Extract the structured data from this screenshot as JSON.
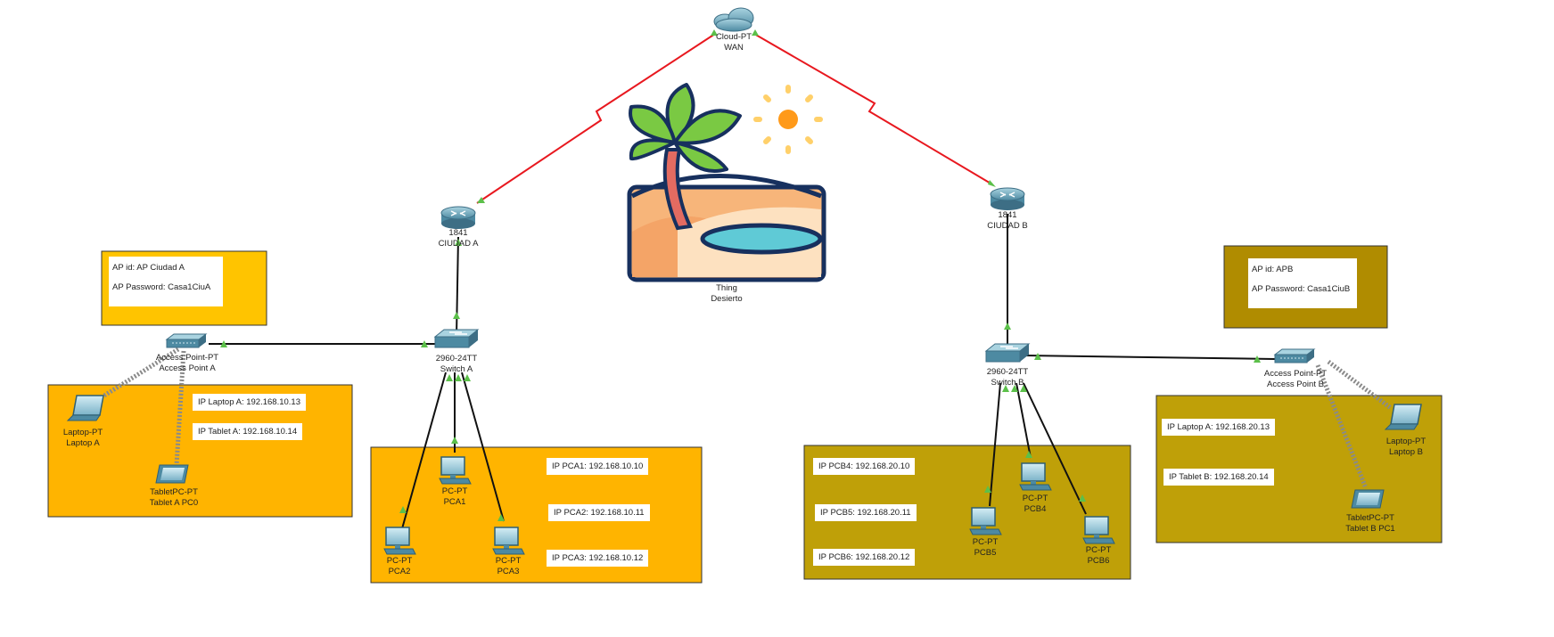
{
  "colors": {
    "wan_link": "#e8181f",
    "cable": "#111111",
    "wireless": "#888888",
    "port_up": "#5cc04a",
    "city_a_box": "#ffb400",
    "city_b_box": "#bfa008",
    "ap_a_box": "#ffc400",
    "ap_b_box": "#b08c00"
  },
  "cloud": {
    "model": "Cloud-PT",
    "name": "WAN",
    "icon": "cloud-icon"
  },
  "thing": {
    "model": "Thing",
    "name": "Desierto",
    "icon": "desert-palm-sun-icon"
  },
  "routers": [
    {
      "id": "router-a",
      "model": "1841",
      "name": "CIUDAD A",
      "icon": "router-icon"
    },
    {
      "id": "router-b",
      "model": "1841",
      "name": "CIUDAD B",
      "icon": "router-icon"
    }
  ],
  "switches": [
    {
      "id": "switch-a",
      "model": "2960-24TT",
      "name": "Switch A",
      "icon": "switch-icon"
    },
    {
      "id": "switch-b",
      "model": "2960-24TT",
      "name": "Switch B",
      "icon": "switch-icon"
    }
  ],
  "access_points": [
    {
      "id": "ap-a",
      "model": "Access Point-PT",
      "name": "Access Point A",
      "icon": "access-point-icon"
    },
    {
      "id": "ap-b",
      "model": "Access Point-PT",
      "name": "Access Point B",
      "icon": "access-point-icon"
    }
  ],
  "end_devices": [
    {
      "id": "laptop-a",
      "model": "Laptop-PT",
      "name": "Laptop A",
      "icon": "laptop-icon"
    },
    {
      "id": "tablet-a",
      "model": "TabletPC-PT",
      "name": "Tablet A PC0",
      "icon": "tablet-icon"
    },
    {
      "id": "pca1",
      "model": "PC-PT",
      "name": "PCA1",
      "icon": "pc-icon"
    },
    {
      "id": "pca2",
      "model": "PC-PT",
      "name": "PCA2",
      "icon": "pc-icon"
    },
    {
      "id": "pca3",
      "model": "PC-PT",
      "name": "PCA3",
      "icon": "pc-icon"
    },
    {
      "id": "pcb4",
      "model": "PC-PT",
      "name": "PCB4",
      "icon": "pc-icon"
    },
    {
      "id": "pcb5",
      "model": "PC-PT",
      "name": "PCB5",
      "icon": "pc-icon"
    },
    {
      "id": "pcb6",
      "model": "PC-PT",
      "name": "PCB6",
      "icon": "pc-icon"
    },
    {
      "id": "laptop-b",
      "model": "Laptop-PT",
      "name": "Laptop B",
      "icon": "laptop-icon"
    },
    {
      "id": "tablet-b",
      "model": "TabletPC-PT",
      "name": "Tablet B PC1",
      "icon": "tablet-icon"
    }
  ],
  "notes": {
    "ap_a": {
      "id_line": "AP id: AP Ciudad A",
      "password_line": "AP Password: Casa1CiuA"
    },
    "ap_b": {
      "id_line": "AP id: APB",
      "password_line": "AP Password: Casa1CiuB"
    },
    "ip_laptop_a": "IP Laptop A: 192.168.10.13",
    "ip_tablet_a": "IP Tablet A: 192.168.10.14",
    "ip_pca1": "IP PCA1: 192.168.10.10",
    "ip_pca2": "IP PCA2: 192.168.10.11",
    "ip_pca3": "IP PCA3: 192.168.10.12",
    "ip_pcb4": "IP PCB4: 192.168.20.10",
    "ip_pcb5": "IP PCB5: 192.168.20.11",
    "ip_pcb6": "IP PCB6: 192.168.20.12",
    "ip_laptop_b": "IP Laptop A: 192.168.20.13",
    "ip_tablet_b": "IP Tablet B: 192.168.20.14"
  }
}
